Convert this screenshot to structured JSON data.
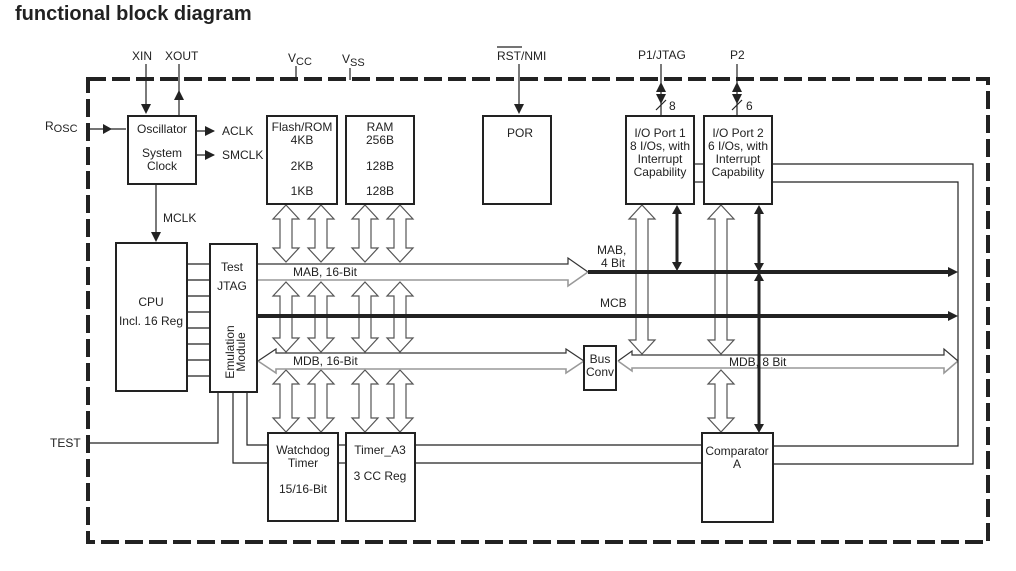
{
  "title": "functional block diagram",
  "pins": {
    "xin": "XIN",
    "xout": "XOUT",
    "vcc": "V",
    "vcc_sub": "CC",
    "vss": "V",
    "vss_sub": "SS",
    "rst": "RST",
    "nmi": "/NMI",
    "p1": "P1/JTAG",
    "p2": "P2",
    "rosc": "R",
    "rosc_sub": "OSC",
    "test": "TEST",
    "p1_width": "8",
    "p2_width": "6"
  },
  "blocks": {
    "oscillator": [
      "Oscillator",
      "System",
      "Clock"
    ],
    "flash": [
      "Flash/ROM",
      "4KB",
      "2KB",
      "1KB"
    ],
    "ram": [
      "RAM",
      "256B",
      "128B",
      "128B"
    ],
    "por": [
      "POR"
    ],
    "io1": [
      "I/O Port 1",
      "8 I/Os, with",
      "Interrupt",
      "Capability"
    ],
    "io2": [
      "I/O Port 2",
      "6 I/Os, with",
      "Interrupt",
      "Capability"
    ],
    "cpu": [
      "CPU",
      "Incl. 16 Reg"
    ],
    "emu": [
      "Test",
      "JTAG",
      "Emulation",
      "Module"
    ],
    "busconv": [
      "Bus",
      "Conv"
    ],
    "wdt": [
      "Watchdog",
      "Timer",
      "15/16-Bit"
    ],
    "timer": [
      "Timer_A3",
      "3 CC Reg"
    ],
    "comp": [
      "Comparator",
      "A"
    ]
  },
  "signals": {
    "aclk": "ACLK",
    "smclk": "SMCLK",
    "mclk": "MCLK",
    "mab16": "MAB, 16-Bit",
    "mab4": [
      "MAB,",
      "4 Bit"
    ],
    "mcb": "MCB",
    "mdb16": "MDB, 16-Bit",
    "mdb8": "MDB, 8 Bit"
  }
}
